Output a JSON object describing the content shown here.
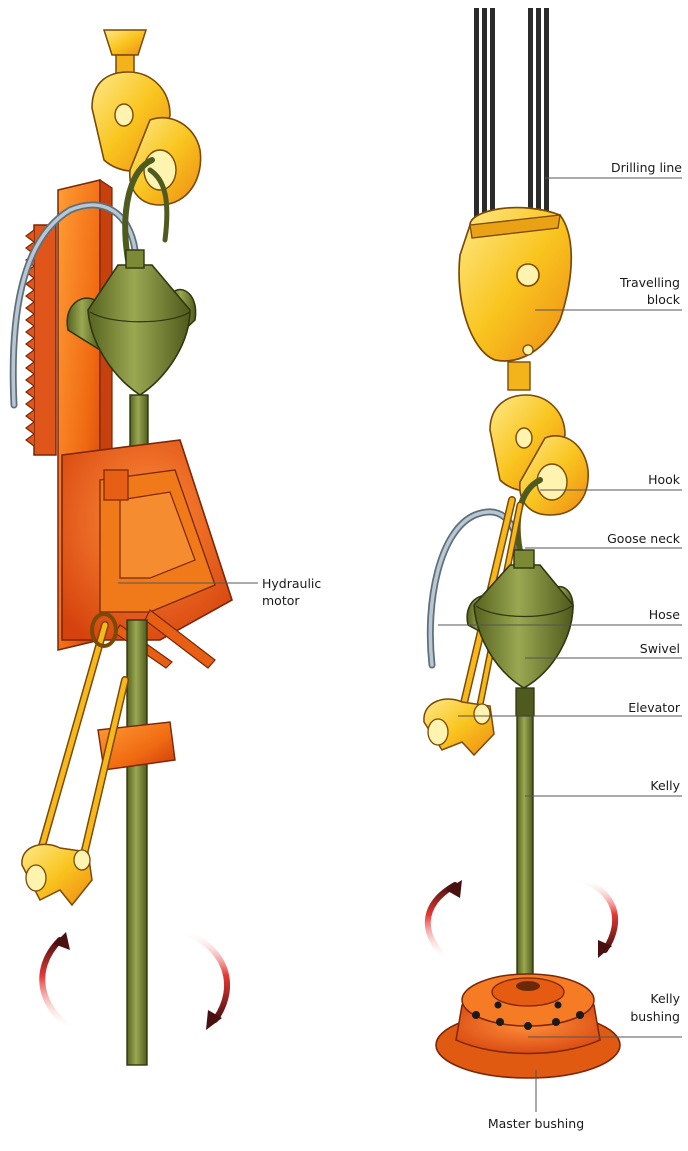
{
  "labels": {
    "drilling_line": "Drilling line",
    "travelling_block_1": "Travelling",
    "travelling_block_2": "block",
    "hook": "Hook",
    "goose_neck": "Goose neck",
    "hose": "Hose",
    "swivel": "Swivel",
    "elevator": "Elevator",
    "kelly": "Kelly",
    "kelly_bushing_1": "Kelly",
    "kelly_bushing_2": "bushing",
    "master_bushing": "Master bushing",
    "hydraulic_motor_1": "Hydraulic",
    "hydraulic_motor_2": "motor"
  },
  "colors": {
    "yellow": "#f7c21b",
    "yellow_light": "#ffe066",
    "orange": "#f07a1a",
    "orange_dark": "#d9480f",
    "olive": "#7c8a35",
    "olive_dark": "#4f5a1e",
    "hose": "#9aaab8",
    "cable": "#2b2b2b",
    "arrow": "#c62828"
  }
}
